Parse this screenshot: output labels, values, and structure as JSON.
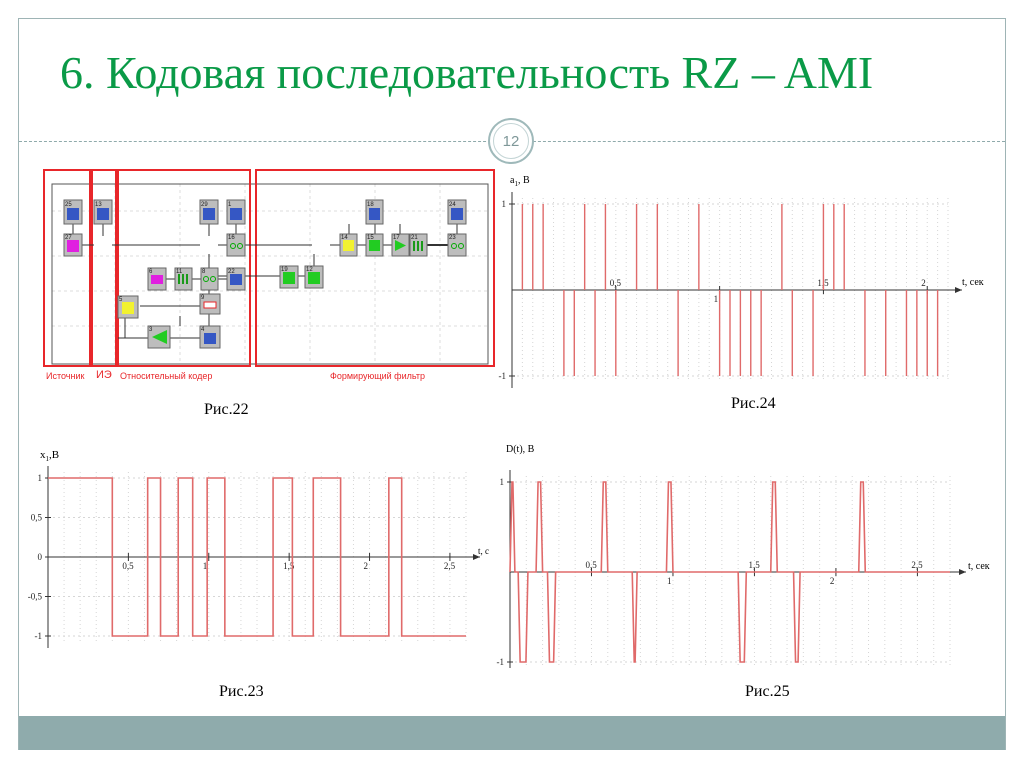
{
  "slide": {
    "title": "6. Кодовая последовательность RZ – AMI",
    "page_number": "12",
    "colors": {
      "title": "#0a9a47",
      "accent": "#8fabac",
      "signal": "#e06a6a",
      "frame_red": "#e8262a"
    }
  },
  "fig22": {
    "caption": "Рис.22",
    "regions": [
      "Источник",
      "ИЭ",
      "Относительный кодер",
      "Формирующий фильтр"
    ],
    "blocks": [
      "25",
      "13",
      "29",
      "1",
      "27",
      "14",
      "16",
      "15",
      "17",
      "21",
      "23",
      "18",
      "24",
      "6",
      "11",
      "8",
      "22",
      "19",
      "12",
      "5",
      "9",
      "3",
      "4"
    ]
  },
  "fig24": {
    "caption": "Рис.24",
    "ylabel": "a",
    "ylabel_sub": "1",
    "ylabel_unit": ", B",
    "xlabel": "t, сек",
    "ytick_labels": [
      "1",
      "-1"
    ],
    "xtick_labels": [
      "0,5",
      "1",
      "1,5",
      "2"
    ]
  },
  "fig23": {
    "caption": "Рис.23",
    "ylabel": "x",
    "ylabel_sub": "1",
    "ylabel_unit": ",B",
    "xlabel": "t, c",
    "ytick_labels": [
      "1",
      "0,5",
      "0",
      "-0,5",
      "-1"
    ],
    "xtick_labels": [
      "0,5",
      "1",
      "1,5",
      "2",
      "2,5"
    ]
  },
  "fig25": {
    "caption": "Рис.25",
    "ylabel": "D(t), B",
    "xlabel": "t, сек",
    "ytick_labels": [
      "1",
      "-1"
    ],
    "xtick_labels": [
      "0,5",
      "1",
      "1,5",
      "2",
      "2,5"
    ]
  },
  "chart_data": [
    {
      "id": "fig24",
      "type": "line",
      "xlim": [
        0,
        2.1
      ],
      "ylim": [
        -1,
        1
      ],
      "xticks": [
        0.5,
        1,
        1.5,
        2
      ],
      "yticks": [
        1,
        -1
      ],
      "grid": true,
      "impulses": [
        {
          "t": 0.05,
          "v": 1
        },
        {
          "t": 0.1,
          "v": 1
        },
        {
          "t": 0.15,
          "v": 1
        },
        {
          "t": 0.25,
          "v": -1
        },
        {
          "t": 0.3,
          "v": -1
        },
        {
          "t": 0.35,
          "v": 1
        },
        {
          "t": 0.4,
          "v": -1
        },
        {
          "t": 0.45,
          "v": 1
        },
        {
          "t": 0.5,
          "v": -1
        },
        {
          "t": 0.6,
          "v": 1
        },
        {
          "t": 0.7,
          "v": 1
        },
        {
          "t": 0.8,
          "v": -1
        },
        {
          "t": 0.9,
          "v": 1
        },
        {
          "t": 1.0,
          "v": -1
        },
        {
          "t": 1.05,
          "v": -1
        },
        {
          "t": 1.1,
          "v": -1
        },
        {
          "t": 1.15,
          "v": -1
        },
        {
          "t": 1.2,
          "v": -1
        },
        {
          "t": 1.3,
          "v": 1
        },
        {
          "t": 1.35,
          "v": -1
        },
        {
          "t": 1.45,
          "v": -1
        },
        {
          "t": 1.5,
          "v": 1
        },
        {
          "t": 1.55,
          "v": 1
        },
        {
          "t": 1.6,
          "v": 1
        },
        {
          "t": 1.7,
          "v": -1
        },
        {
          "t": 1.8,
          "v": -1
        },
        {
          "t": 1.9,
          "v": -1
        },
        {
          "t": 1.95,
          "v": -1
        },
        {
          "t": 2.0,
          "v": -1
        },
        {
          "t": 2.05,
          "v": -1
        }
      ]
    },
    {
      "id": "fig23",
      "type": "line",
      "xlim": [
        0,
        2.6
      ],
      "ylim": [
        -1.2,
        1.2
      ],
      "xticks": [
        0.5,
        1,
        1.5,
        2,
        2.5
      ],
      "yticks": [
        1,
        0.5,
        0,
        -0.5,
        -1
      ],
      "grid": true,
      "steps": [
        [
          0,
          1
        ],
        [
          0.4,
          -1
        ],
        [
          0.62,
          1
        ],
        [
          0.7,
          -1
        ],
        [
          0.81,
          1
        ],
        [
          0.9,
          -1
        ],
        [
          0.99,
          1
        ],
        [
          1.1,
          -1
        ],
        [
          1.4,
          1
        ],
        [
          1.52,
          -1
        ],
        [
          1.65,
          1
        ],
        [
          1.82,
          -1
        ],
        [
          2.12,
          1
        ],
        [
          2.2,
          -1
        ],
        [
          2.6,
          -1
        ]
      ]
    },
    {
      "id": "fig25",
      "type": "line",
      "xlim": [
        0,
        2.7
      ],
      "ylim": [
        -1,
        1
      ],
      "xticks": [
        0.5,
        1,
        1.5,
        2,
        2.5
      ],
      "yticks": [
        1,
        -1
      ],
      "grid": true,
      "pulses": [
        {
          "t0": 0.0,
          "t1": 0.03,
          "v": 1
        },
        {
          "t0": 0.05,
          "t1": 0.11,
          "v": -1
        },
        {
          "t0": 0.16,
          "t1": 0.2,
          "v": 1
        },
        {
          "t0": 0.23,
          "t1": 0.28,
          "v": -1
        },
        {
          "t0": 0.56,
          "t1": 0.6,
          "v": 1
        },
        {
          "t0": 0.75,
          "t1": 0.78,
          "v": -1
        },
        {
          "t0": 0.96,
          "t1": 1.0,
          "v": 1
        },
        {
          "t0": 1.4,
          "t1": 1.45,
          "v": -1
        },
        {
          "t0": 1.6,
          "t1": 1.64,
          "v": 1
        },
        {
          "t0": 1.74,
          "t1": 1.78,
          "v": -1
        },
        {
          "t0": 2.14,
          "t1": 2.18,
          "v": 1
        }
      ]
    }
  ]
}
